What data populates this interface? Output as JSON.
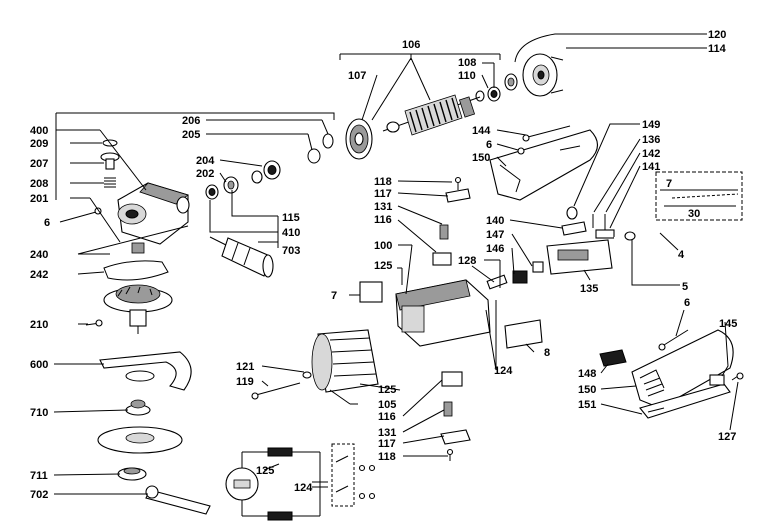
{
  "labels": {
    "p4": "4",
    "p5": "5",
    "p6a": "6",
    "p6b": "6",
    "p6c": "6",
    "p7a": "7",
    "p7b": "7",
    "p8": "8",
    "p30": "30",
    "p100": "100",
    "p105": "105",
    "p106": "106",
    "p107": "107",
    "p108": "108",
    "p110": "110",
    "p114": "114",
    "p115": "115",
    "p116a": "116",
    "p116b": "116",
    "p117a": "117",
    "p117b": "117",
    "p118a": "118",
    "p118b": "118",
    "p119": "119",
    "p120": "120",
    "p121": "121",
    "p124a": "124",
    "p124b": "124",
    "p125a": "125",
    "p125b": "125",
    "p125c": "125",
    "p127": "127",
    "p128": "128",
    "p131a": "131",
    "p131b": "131",
    "p135": "135",
    "p136": "136",
    "p140": "140",
    "p141": "141",
    "p142": "142",
    "p144": "144",
    "p145": "145",
    "p146": "146",
    "p147": "147",
    "p148": "148",
    "p149": "149",
    "p150a": "150",
    "p150b": "150",
    "p151": "151",
    "p201": "201",
    "p202": "202",
    "p204": "204",
    "p205": "205",
    "p206": "206",
    "p207": "207",
    "p208": "208",
    "p209": "209",
    "p210": "210",
    "p240": "240",
    "p242": "242",
    "p400": "400",
    "p410": "410",
    "p600": "600",
    "p702": "702",
    "p703": "703",
    "p710": "710",
    "p711": "711"
  }
}
